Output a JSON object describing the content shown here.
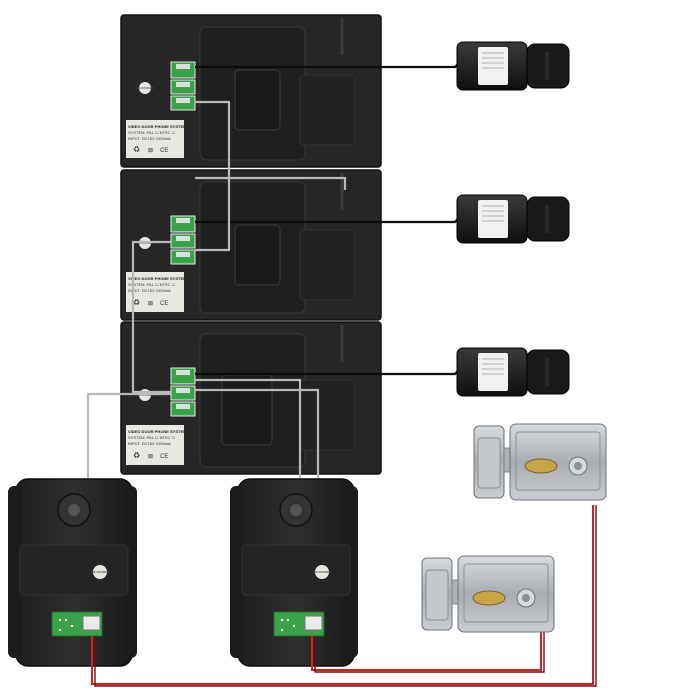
{
  "monitors": [
    {
      "id": "monitor-1",
      "sticker_lines": [
        "VIDEO DOOR PHONE SYSTEM",
        "SYSTEM: PAL ☐ NTSC ☐",
        "INPUT: DC15V 1000mA"
      ],
      "badge_label": "OS PASSED"
    },
    {
      "id": "monitor-2",
      "sticker_lines": [
        "VIDEO DOOR PHONE SYSTEM",
        "SYSTEM: PAL ☐ NTSC ☐",
        "INPUT: DC15V 1000mA"
      ],
      "badge_label": "OS PASSED"
    },
    {
      "id": "monitor-3",
      "sticker_lines": [
        "VIDEO DOOR PHONE SYSTEM",
        "SYSTEM: PAL ☐ NTSC ☐",
        "INPUT: DC15V 1000mA"
      ],
      "badge_label": "OS PASSED"
    }
  ],
  "adapters": [
    {
      "id": "adapter-1"
    },
    {
      "id": "adapter-2"
    },
    {
      "id": "adapter-3"
    }
  ],
  "door_cameras": [
    {
      "id": "camera-1",
      "badge_label": "OS PASSED"
    },
    {
      "id": "camera-2",
      "badge_label": "OS PASSED"
    }
  ],
  "locks": [
    {
      "id": "lock-1"
    },
    {
      "id": "lock-2"
    }
  ],
  "colors": {
    "device_body": "#2a2a2a",
    "device_edge": "#111111",
    "signal_wire": "#b9b9b9",
    "power_wire": "#d21f1f",
    "adapter_cord": "#0d0d0d",
    "lock_metal": "#b4b8bd",
    "connector_green": "#3aa34a"
  }
}
